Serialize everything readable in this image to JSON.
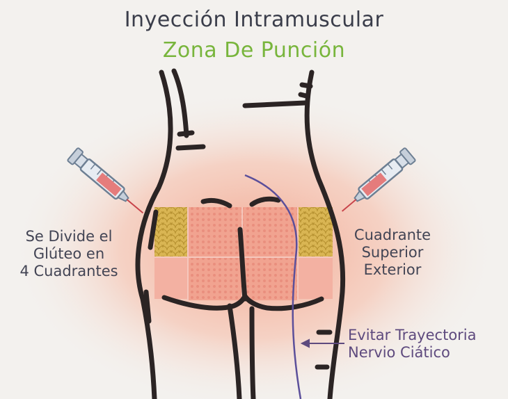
{
  "title": "Inyección Intramuscular",
  "subtitle": "Zona De Punción",
  "left_label": [
    "Se Divide el",
    "Glúteo en",
    "4 Cuadrantes"
  ],
  "right_label": [
    "Cuadrante",
    "Superior",
    "Exterior"
  ],
  "nerve_label": [
    "Evitar Trayectoria",
    "Nervio Ciático"
  ],
  "watermark": "",
  "colors": {
    "title": "#3a3d4a",
    "subtitle": "#78b53c",
    "outline": "#2b2424",
    "quadrant_fill": "#f2a28f",
    "target_quadrant": "#d6b150",
    "sciatic_nerve": "#5b4f9a",
    "syringe": "#7a8fa6"
  },
  "icons": [
    "syringe-icon-left",
    "syringe-icon-right",
    "arrow-left-icon"
  ]
}
